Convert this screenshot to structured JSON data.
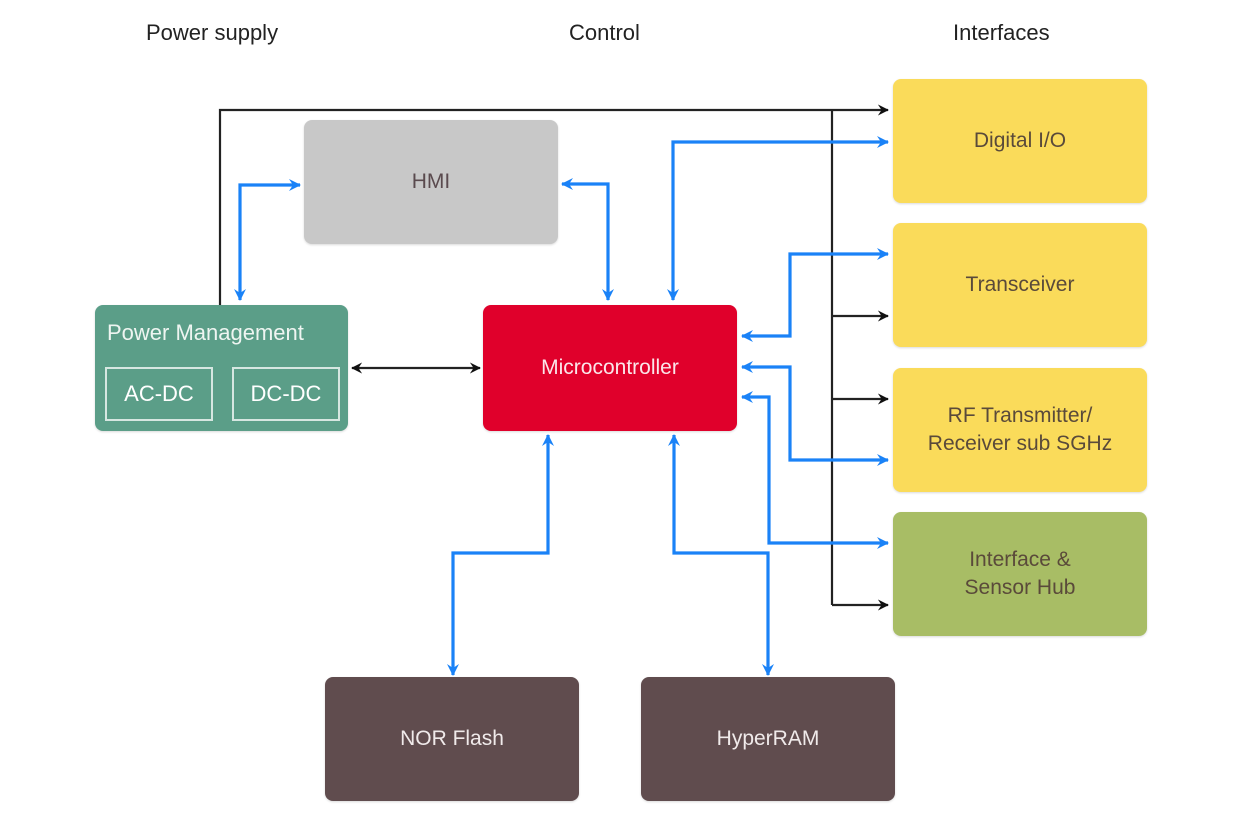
{
  "columns": {
    "power_supply": "Power supply",
    "control": "Control",
    "interfaces": "Interfaces"
  },
  "blocks": {
    "hmi": {
      "label": "HMI",
      "color": "#c8c8c8",
      "text_color": "#5a4a4e"
    },
    "power_management": {
      "label": "Power Management",
      "color": "#5b9e88",
      "sub_blocks": [
        "AC-DC",
        "DC-DC"
      ]
    },
    "microcontroller": {
      "label": "Microcontroller",
      "color": "#e0002b"
    },
    "digital_io": {
      "label": "Digital I/O",
      "color": "#fadb5a"
    },
    "transceiver": {
      "label": "Transceiver",
      "color": "#fadb5a"
    },
    "rf": {
      "line1": "RF Transmitter/",
      "line2": "Receiver sub SGHz",
      "color": "#fadb5a"
    },
    "sensor_hub": {
      "line1": "Interface &",
      "line2": "Sensor Hub",
      "color": "#a8bd65"
    },
    "nor_flash": {
      "label": "NOR Flash",
      "color": "#604c4e"
    },
    "hyperram": {
      "label": "HyperRAM",
      "color": "#604c4e"
    }
  },
  "connection_colors": {
    "data": "#1a82f7",
    "power": "#111111"
  }
}
